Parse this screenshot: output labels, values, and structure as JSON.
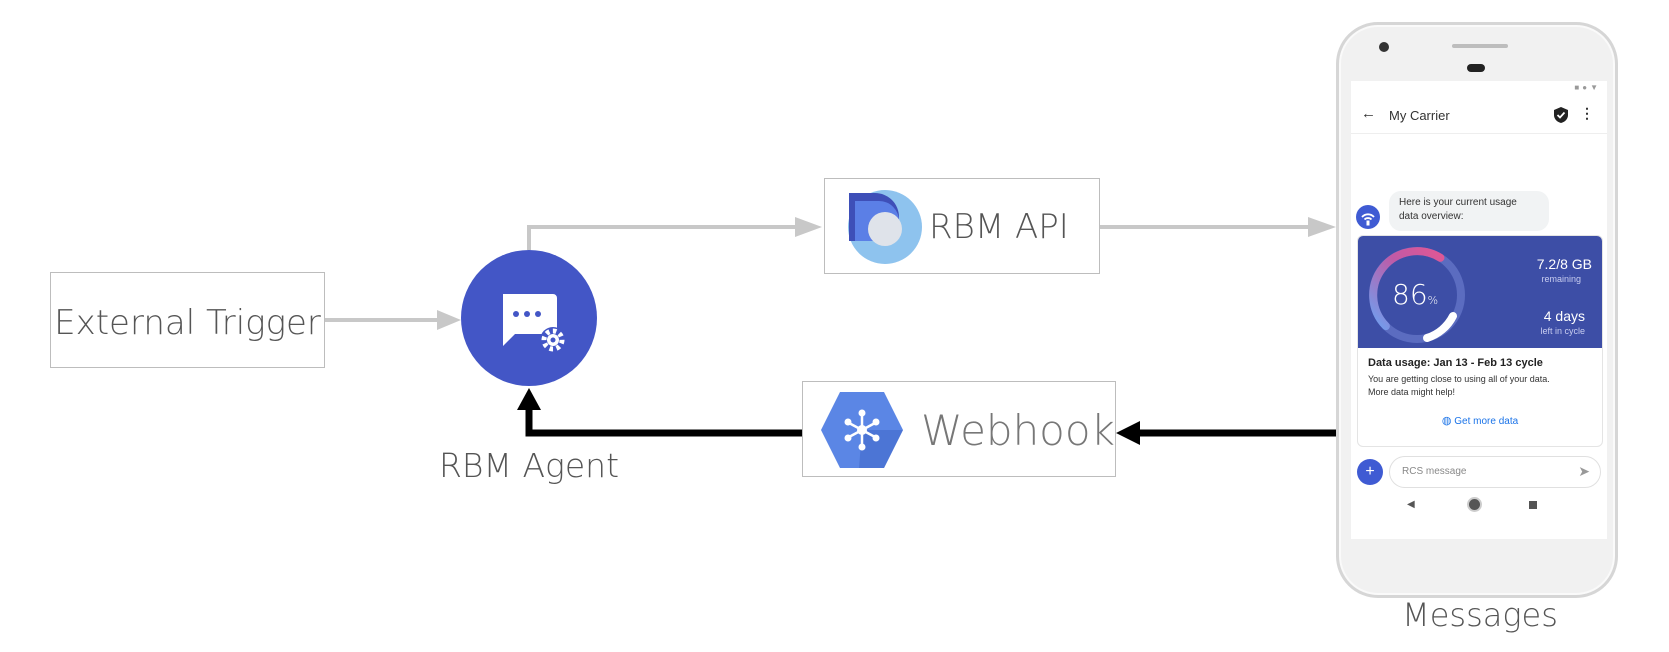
{
  "nodes": {
    "external_trigger": "External Trigger",
    "rbm_agent": "RBM Agent",
    "rbm_api": "RBM API",
    "webhook": "Webhook",
    "messages": "Messages"
  },
  "phone": {
    "header_title": "My Carrier",
    "bubble_text_line1": "Here is your current usage",
    "bubble_text_line2": "data overview:",
    "gauge_percent": "86",
    "gauge_percent_unit": "%",
    "gauge_level": 0.86,
    "data_remaining": "7.2/8 GB",
    "data_remaining_label": "remaining",
    "days_left": "4 days",
    "days_left_label": "left in cycle",
    "card_title": "Data usage: Jan 13 - Feb 13 cycle",
    "card_text_line1": "You are getting close to using all of your data.",
    "card_text_line2": "More data might help!",
    "card_action": "Get more data",
    "compose_placeholder": "RCS message"
  },
  "colors": {
    "agent_blue": "#4356c6",
    "card_blue": "#3d4ea6",
    "link_gray": "#c8c8c8",
    "return_black": "#000000",
    "webhook_blue": "#5b86e5",
    "api_light_blue": "#8ec3ee"
  }
}
